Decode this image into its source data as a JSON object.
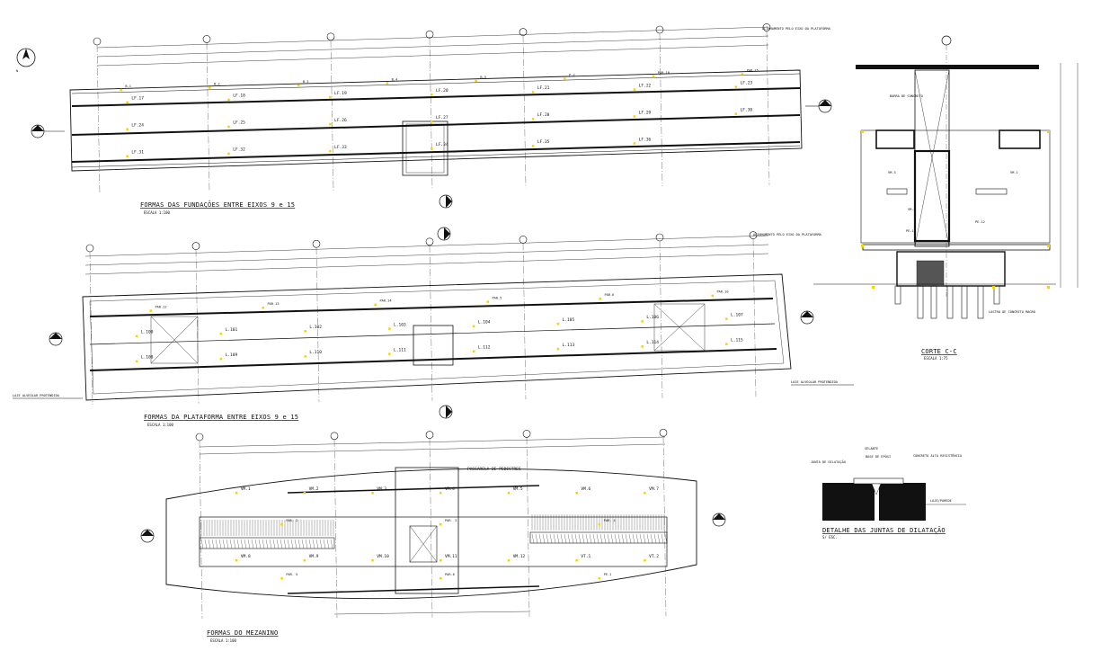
{
  "drawing": {
    "colors": {
      "line": "#111111",
      "accent": "#f2d400",
      "background": "#ffffff"
    },
    "foundations": {
      "title": "FORMAS DAS FUNDAÇÕES ENTRE EIXOS 9 e 15",
      "scale": "ESCALA 1:100",
      "note": "ALINHAMENTO PELO EIXO DA PLATAFORMA",
      "beams": [
        "LF.17",
        "LF.18",
        "LF.19",
        "LF.20",
        "LF.21",
        "LF.22",
        "LF.23",
        "LF.24",
        "LF.25",
        "LF.26",
        "LF.27",
        "LF.28",
        "LF.29",
        "LF.30",
        "LF.31",
        "LF.32",
        "LF.33",
        "LF.34",
        "LF.35",
        "LF.36"
      ],
      "blocks": [
        "B.1",
        "B.2",
        "B.3",
        "B.4",
        "B.5",
        "P.2",
        "PAR.10",
        "PAR.15"
      ],
      "section_marks": [
        "A",
        "A",
        "B",
        "B"
      ]
    },
    "platform": {
      "title": "FORMAS DA PLATAFORMA ENTRE EIXOS 9 e 15",
      "scale": "ESCALA 1:100",
      "note": "ALINHAMENTO PELO EIXO DA PLATAFORMA",
      "left_note": "LAJE ALVEOLAR PROTENDIDA",
      "right_note": "LAJE ALVEOLAR PROTENDIDA",
      "slabs": [
        "L.100",
        "L.101",
        "L.102",
        "L.103",
        "L.104",
        "L.105",
        "L.106",
        "L.107",
        "L.108",
        "L.109",
        "L.110",
        "L.111",
        "L.112",
        "L.113",
        "L.114",
        "L.115"
      ],
      "beams": [
        "PAR.12",
        "PAR.13",
        "PAR.14",
        "PAR.5",
        "PAR.6",
        "PAR.10"
      ],
      "section_marks": [
        "A",
        "A",
        "B",
        "B"
      ]
    },
    "mezzanine": {
      "title": "FORMAS DO MEZANINO",
      "scale": "ESCALA 1:100",
      "walkway": "PASSARELA DE PEDESTRES",
      "beams": [
        "VM.1",
        "VM.2",
        "VM.3",
        "VM.4",
        "VM.5",
        "VM.6",
        "VM.7",
        "VM.8",
        "VM.9",
        "VM.10",
        "VM.11",
        "VM.12",
        "VT.1",
        "VT.2"
      ],
      "parts": [
        "PAR. 2",
        "PAR. 3",
        "PAR. 4",
        "PAR. 5",
        "PAR.6",
        "PE.1"
      ]
    },
    "section_cc": {
      "title": "CORTE C-C",
      "scale": "ESCALA 1:75",
      "labels": [
        "BARRA DE CONCRETO",
        "VM.3",
        "VM.4",
        "VM.1",
        "PE.1",
        "PE.12",
        "LASTRO DE CONCRETO MAGRO"
      ]
    },
    "joint_detail": {
      "title": "DETALHE DAS JUNTAS DE DILATAÇÃO",
      "scale": "S/ ESC.",
      "labels": [
        "JUNTA DE DILATAÇÃO",
        "CONCRETO ALTA RESISTÊNCIA",
        "SELANTE",
        "BASE DE EPÓXI",
        "LAJE/PAREDE"
      ]
    },
    "north_symbol": "N"
  }
}
